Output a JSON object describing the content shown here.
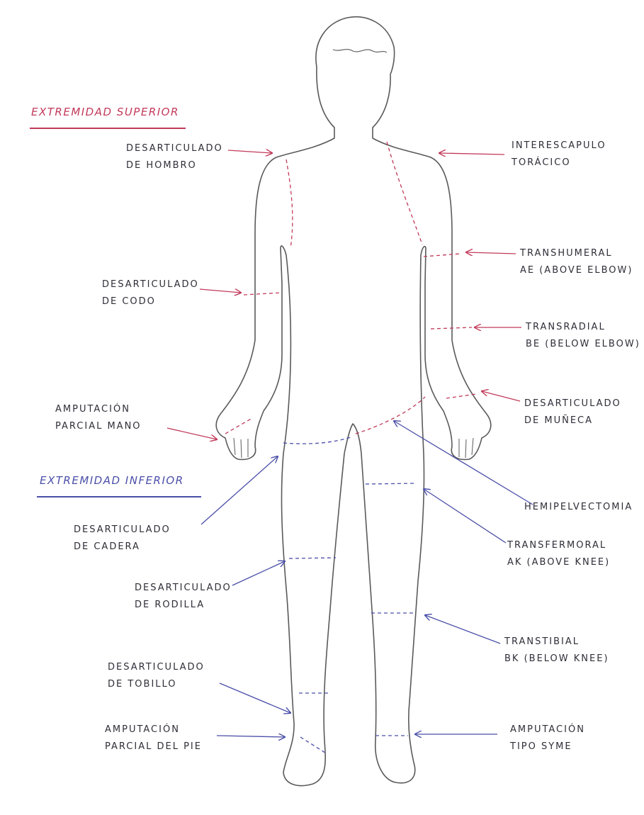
{
  "sections": {
    "upper_title": "EXTREMIDAD SUPERIOR",
    "lower_title": "EXTREMIDAD INFERIOR"
  },
  "colors": {
    "upper": "#c23a5a",
    "lower": "#4b4fa8",
    "text": "#2e2e38",
    "outline": "#5a5a5a"
  },
  "labels": {
    "shoulder": [
      "DESARTICULADO",
      "DE HOMBRO"
    ],
    "interscapular": [
      "INTERESCAPULO",
      "TORÁCICO"
    ],
    "elbow": [
      "DESARTICULADO",
      "DE CODO"
    ],
    "transhumeral": [
      "TRANSHUMERAL",
      "AE (ABOVE ELBOW)"
    ],
    "transradial": [
      "TRANSRADIAL",
      "BE (BELOW ELBOW)"
    ],
    "partial_hand": [
      "AMPUTACIÓN",
      "PARCIAL MANO"
    ],
    "wrist": [
      "DESARTICULADO",
      "DE MUÑECA"
    ],
    "hemipelvectomy": "HEMIPELVECTOMIA",
    "hip": [
      "DESARTICULADO",
      "DE CADERA"
    ],
    "transfemoral": [
      "TRANSFERMORAL",
      "AK (ABOVE KNEE)"
    ],
    "knee": [
      "DESARTICULADO",
      "DE RODILLA"
    ],
    "transtibial": [
      "TRANSTIBIAL",
      "BK (BELOW KNEE)"
    ],
    "ankle": [
      "DESARTICULADO",
      "DE TOBILLO"
    ],
    "partial_foot": [
      "AMPUTACIÓN",
      "PARCIAL DEL PIE"
    ],
    "syme": [
      "AMPUTACIÓN",
      "TIPO SYME"
    ]
  }
}
